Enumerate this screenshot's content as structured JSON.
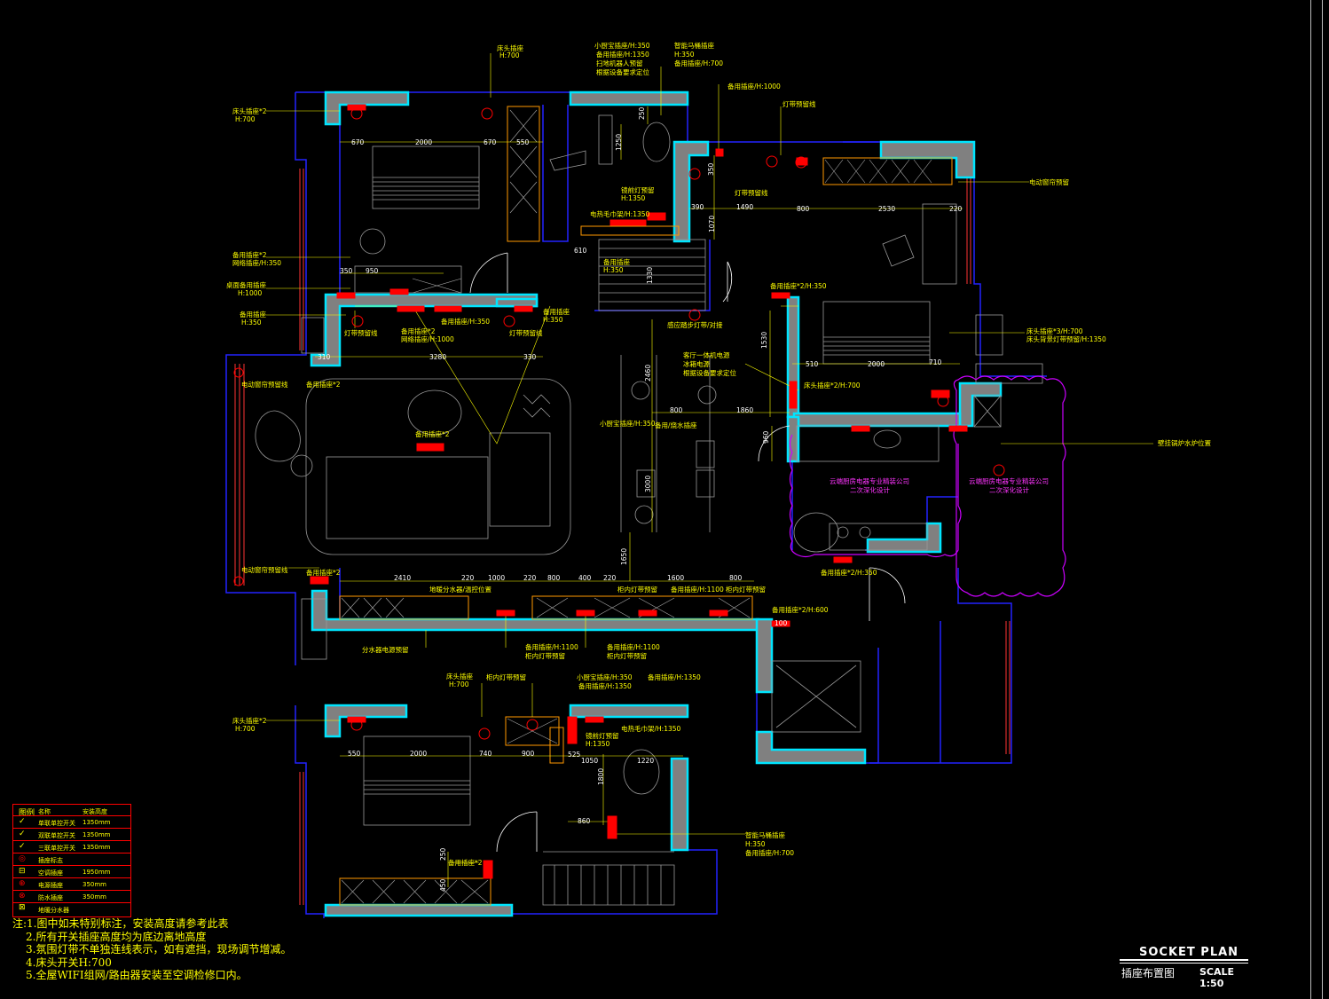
{
  "drawing": {
    "title_en": "SOCKET  PLAN",
    "title_cn": "插座布置图",
    "scale": "SCALE 1:50"
  },
  "notes": [
    "注:1.图中如未特别标注，安装高度请参考此表",
    "2.所有开关插座高度均为底边离地高度",
    "3.氛围灯带不单独连线表示，如有遮挡，现场调节增减。",
    "4.床头开关H:700",
    "5.全屋WIFI组网/路由器安装至空调检修口内。"
  ],
  "labels": {
    "l01": "床头插座",
    "l02": "H:700",
    "l03": "小厨宝插座/H:350",
    "l04": "备用插座/H:1350",
    "l05": "扫地机器人预留",
    "l06": "根据设备要求定位",
    "l07": "智能马桶插座",
    "l08": "H:350",
    "l09": "备用插座/H:700",
    "l10": "备用插座/H:1000",
    "l11": "床头插座*2",
    "l12": "H:700",
    "l13": "灯带预留线",
    "l14": "电动窗帘预留",
    "l15": "镜前灯预留",
    "l16": "H:1350",
    "l17": "灯带预留线",
    "l18": "电热毛巾架/H:1350",
    "l19": "备用插座",
    "l20": "H:350",
    "l21": "备用插座*2",
    "l22": "网络插座/H:350",
    "l23": "桌面备用插座",
    "l24": "H:1000",
    "l25": "备用插座",
    "l26": "H:350",
    "l27": "灯带预留线",
    "l28": "备用插座*2",
    "l29": "网络插座/H:1000",
    "l30": "备用插座/H:350",
    "l31": "灯带预留线",
    "l32": "备用插座",
    "l33": "H:350",
    "l34": "备用插座*2/H:350",
    "l35": "感应踏步灯带/对接",
    "l36": "床头插座*3/H:700",
    "l37": "床头背景灯带预留/H:1350",
    "l38": "电动窗帘预留线",
    "l39": "备用插座*2",
    "l40": "客厅一体机电源",
    "l41": "冰箱电源",
    "l42": "根据设备要求定位",
    "l43": "床头插座*2/H:700",
    "l44": "备用插座*2",
    "l45": "小厨宝插座/H:350",
    "l46": "备用/烧水插座",
    "l47": "云端厨房电器专业精装公司",
    "l48": "二次深化设计",
    "l49": "壁挂锅炉水炉位置",
    "l50": "电动窗帘预留线",
    "l51": "备用插座*2",
    "l52": "地暖分水器/温控位置",
    "l53": "柜内灯带预留",
    "l54": "备用插座/H:1100",
    "l55": "柜内灯带预留",
    "l56": "备用插座*2/H:350",
    "l57": "备用插座*2/H:600",
    "l58": "分水器电源预留",
    "l59": "备用插座/H:1100",
    "l60": "柜内灯带预留",
    "l61": "备用插座/H:1100",
    "l62": "柜内灯带预留",
    "l63": "床头插座",
    "l64": "H:700",
    "l65": "柜内灯带预留",
    "l66": "小厨宝插座/H:350",
    "l67": "备用插座/H:1350",
    "l68": "备用插座/H:1350",
    "l69": "床头插座*2",
    "l70": "H:700",
    "l71": "镜前灯预留",
    "l72": "H:1350",
    "l73": "电热毛巾架/H:1350",
    "l74": "智能马桶插座",
    "l75": "H:350",
    "l76": "备用插座/H:700",
    "l77": "备用插座*2",
    "l78": "云端厨房电器专业精装公司",
    "l79": "二次深化设计"
  },
  "dims": {
    "d01": "670",
    "d02": "2000",
    "d03": "670",
    "d04": "550",
    "d05": "950",
    "d06": "350",
    "d07": "310",
    "d08": "3280",
    "d09": "330",
    "d10": "1490",
    "d11": "800",
    "d12": "2530",
    "d13": "220",
    "d14": "390",
    "d15": "1070",
    "d16": "1250",
    "d17": "250",
    "d18": "1330",
    "d19": "610",
    "d20": "510",
    "d21": "2000",
    "d22": "710",
    "d23": "1530",
    "d24": "2460",
    "d25": "800",
    "d26": "1860",
    "d27": "960",
    "d28": "3000",
    "d29": "1650",
    "d30": "2410",
    "d31": "220",
    "d32": "1000",
    "d33": "220",
    "d34": "800",
    "d35": "400",
    "d36": "220",
    "d37": "1600",
    "d38": "800",
    "d39": "100",
    "d40": "550",
    "d41": "2000",
    "d42": "740",
    "d43": "900",
    "d44": "525",
    "d45": "1050",
    "d46": "1220",
    "d47": "860",
    "d48": "1800",
    "d49": "250",
    "d50": "450",
    "d51": "350"
  },
  "legend": {
    "headers": [
      "图例",
      "名称",
      "安装高度"
    ],
    "rows": [
      {
        "sym": "✓",
        "name": "单联单控开关",
        "h": "1350mm"
      },
      {
        "sym": "✓",
        "name": "双联单控开关",
        "h": "1350mm"
      },
      {
        "sym": "✓",
        "name": "三联单控开关",
        "h": "1350mm"
      },
      {
        "sym": "◎",
        "name": "插座标志",
        "h": ""
      },
      {
        "sym": "⊟",
        "name": "空调插座",
        "h": "1950mm"
      },
      {
        "sym": "⊕",
        "name": "电源插座",
        "h": "350mm"
      },
      {
        "sym": "⊗",
        "name": "防水插座",
        "h": "350mm"
      },
      {
        "sym": "⊠",
        "name": "地暖分水器",
        "h": ""
      }
    ]
  },
  "colors": {
    "wall": "#00e5ff",
    "wall_fill": "#808080",
    "outline": "#2222ff",
    "text": "#ffff00",
    "socket": "#ff0000",
    "cabinet": "#ff8800",
    "cloud": "#cc00ff",
    "window": "#ff3333"
  }
}
